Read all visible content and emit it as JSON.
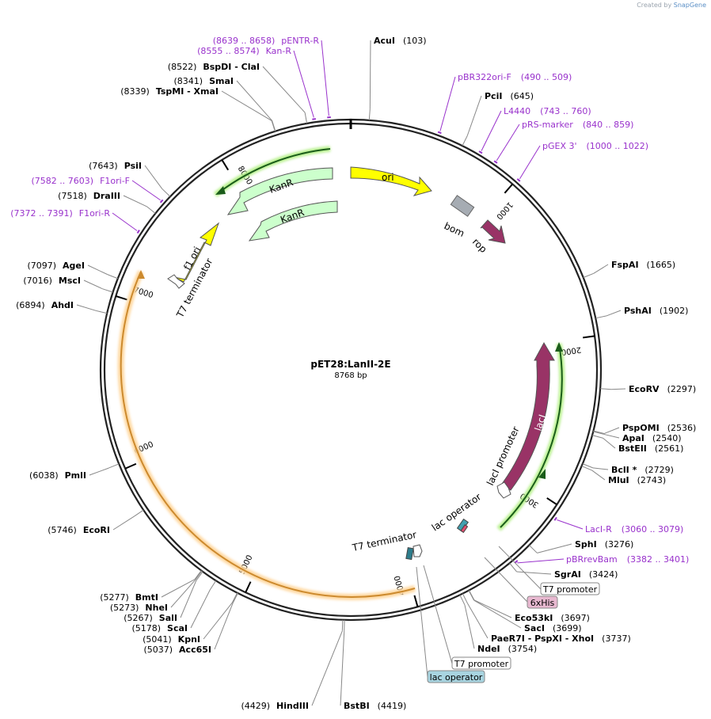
{
  "credit": {
    "prefix": "Created by",
    "brand": "SnapGene"
  },
  "map": {
    "name": "pET28:LanII-2E",
    "length_text": "8768 bp",
    "length": 8768
  },
  "ticks": [
    {
      "pos": 1000,
      "label": "1000"
    },
    {
      "pos": 2000,
      "label": "2000"
    },
    {
      "pos": 3000,
      "label": "3000"
    },
    {
      "pos": 4000,
      "label": "4000"
    },
    {
      "pos": 5000,
      "label": "5000"
    },
    {
      "pos": 6000,
      "label": "6000"
    },
    {
      "pos": 7000,
      "label": "7000"
    },
    {
      "pos": 8000,
      "label": "8000"
    }
  ],
  "sites": [
    {
      "name": "AcuI",
      "pos": "(103)",
      "loc": 103
    },
    {
      "name": "PciI",
      "pos": "(645)",
      "loc": 645
    },
    {
      "name": "FspAI",
      "pos": "(1665)",
      "loc": 1665
    },
    {
      "name": "PshAI",
      "pos": "(1902)",
      "loc": 1902
    },
    {
      "name": "EcoRV",
      "pos": "(2297)",
      "loc": 2297
    },
    {
      "name": "PspOMI",
      "pos": "(2536)",
      "loc": 2536
    },
    {
      "name": "ApaI",
      "pos": "(2540)",
      "loc": 2540
    },
    {
      "name": "BstEII",
      "pos": "(2561)",
      "loc": 2561
    },
    {
      "name": "BclI *",
      "pos": "(2729)",
      "loc": 2729
    },
    {
      "name": "MluI",
      "pos": "(2743)",
      "loc": 2743
    },
    {
      "name": "SphI",
      "pos": "(3276)",
      "loc": 3276
    },
    {
      "name": "SgrAI",
      "pos": "(3424)",
      "loc": 3424
    },
    {
      "name": "Eco53kI",
      "pos": "(3697)",
      "loc": 3697
    },
    {
      "name": "SacI",
      "pos": "(3699)",
      "loc": 3699
    },
    {
      "name": "PaeR7I  -  PspXI  -  XhoI",
      "pos": "(3737)",
      "loc": 3737
    },
    {
      "name": "NdeI",
      "pos": "(3754)",
      "loc": 3754
    },
    {
      "name": "BstBI",
      "pos": "(4419)",
      "loc": 4419
    },
    {
      "name": "HindIII",
      "pos": "(4429)",
      "loc": 4429
    },
    {
      "name": "Acc65I",
      "pos": "(5037)",
      "loc": 5037
    },
    {
      "name": "KpnI",
      "pos": "(5041)",
      "loc": 5041
    },
    {
      "name": "ScaI",
      "pos": "(5178)",
      "loc": 5178
    },
    {
      "name": "SalI",
      "pos": "(5267)",
      "loc": 5267
    },
    {
      "name": "NheI",
      "pos": "(5273)",
      "loc": 5273
    },
    {
      "name": "BmtI",
      "pos": "(5277)",
      "loc": 5277
    },
    {
      "name": "EcoRI",
      "pos": "(5746)",
      "loc": 5746
    },
    {
      "name": "PmlI",
      "pos": "(6038)",
      "loc": 6038
    },
    {
      "name": "AhdI",
      "pos": "(6894)",
      "loc": 6894
    },
    {
      "name": "MscI",
      "pos": "(7016)",
      "loc": 7016
    },
    {
      "name": "AgeI",
      "pos": "(7097)",
      "loc": 7097
    },
    {
      "name": "DraIII",
      "pos": "(7518)",
      "loc": 7518
    },
    {
      "name": "PsiI",
      "pos": "(7643)",
      "loc": 7643
    },
    {
      "name": "TspMI   -  XmaI",
      "pos": "(8339)",
      "loc": 8339
    },
    {
      "name": "SmaI",
      "pos": "(8341)",
      "loc": 8341
    },
    {
      "name": "BspDI   -  ClaI",
      "pos": "(8522)",
      "loc": 8522
    }
  ],
  "primers": [
    {
      "name": "pBR322ori-F",
      "range": "(490 .. 509)",
      "loc": 500
    },
    {
      "name": "L4440",
      "range": "(743 .. 760)",
      "loc": 751
    },
    {
      "name": "pRS-marker",
      "range": "(840 .. 859)",
      "loc": 850
    },
    {
      "name": "pGEX 3'",
      "range": "(1000 .. 1022)",
      "loc": 1011
    },
    {
      "name": "LacI-R",
      "range": "(3060 .. 3079)",
      "loc": 3070
    },
    {
      "name": "pBRrevBam",
      "range": "(3382 .. 3401)",
      "loc": 3391
    },
    {
      "name": "F1ori-R",
      "range": "(7372 .. 7391)",
      "loc": 7381
    },
    {
      "name": "F1ori-F",
      "range": "(7582 .. 7603)",
      "loc": 7592
    },
    {
      "name": "Kan-R",
      "range": "(8555 .. 8574)",
      "loc": 8565
    },
    {
      "name": "pENTR-R",
      "range": "(8639 .. 8658)",
      "loc": 8648
    }
  ],
  "features": [
    {
      "name": "ori",
      "color": "#ffff00"
    },
    {
      "name": "bom",
      "color": "#a6acb3"
    },
    {
      "name": "rop",
      "color": "#993366"
    },
    {
      "name": "KanR",
      "color": "#ccffcc"
    },
    {
      "name": "KanR",
      "color": "#ccffcc"
    },
    {
      "name": "f1 ori",
      "color": "#ffff00"
    },
    {
      "name": "T7 terminator",
      "color": "#ffffff"
    },
    {
      "name": "lacI",
      "color": "#993366"
    },
    {
      "name": "lacI promoter",
      "color": "#ffffff"
    },
    {
      "name": "lac operator",
      "color": "#ffffff"
    },
    {
      "name": "T7 terminator",
      "color": "#ffffff"
    }
  ],
  "boxes": {
    "t7_promoter_1": "T7 promoter",
    "his": "6xHis",
    "t7_promoter_2": "T7 promoter",
    "lac_operator": "lac operator"
  },
  "colors": {
    "primer": "#9932cc",
    "green_line": "#1a5c1a",
    "green_glow": "#b6f08a",
    "orange_line": "#cc8a2e",
    "orange_glow": "#ffd8a0",
    "his_box": "#e8b8d0",
    "lac_box": "#a8d4e0"
  }
}
